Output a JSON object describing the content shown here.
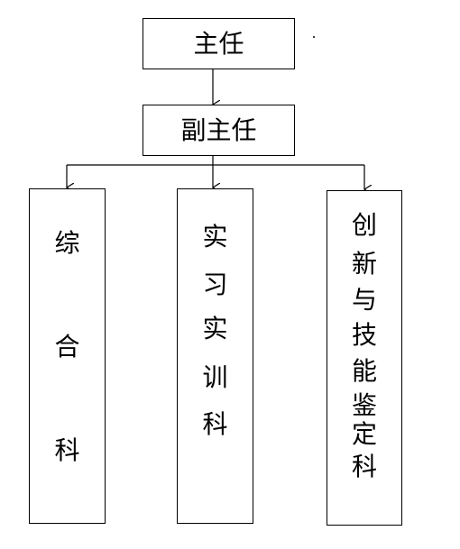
{
  "org_chart": {
    "director": "主任",
    "deputy_director": "副主任",
    "departments": [
      {
        "chars": [
          "综",
          "合",
          "科"
        ]
      },
      {
        "chars": [
          "实",
          "习",
          "实",
          "训",
          "科"
        ]
      },
      {
        "chars": [
          "创",
          "新",
          "与",
          "技",
          "能",
          "鉴",
          "定",
          "科"
        ]
      }
    ]
  },
  "colors": {
    "line": "#000000",
    "box_border": "#000000",
    "background": "#ffffff"
  }
}
